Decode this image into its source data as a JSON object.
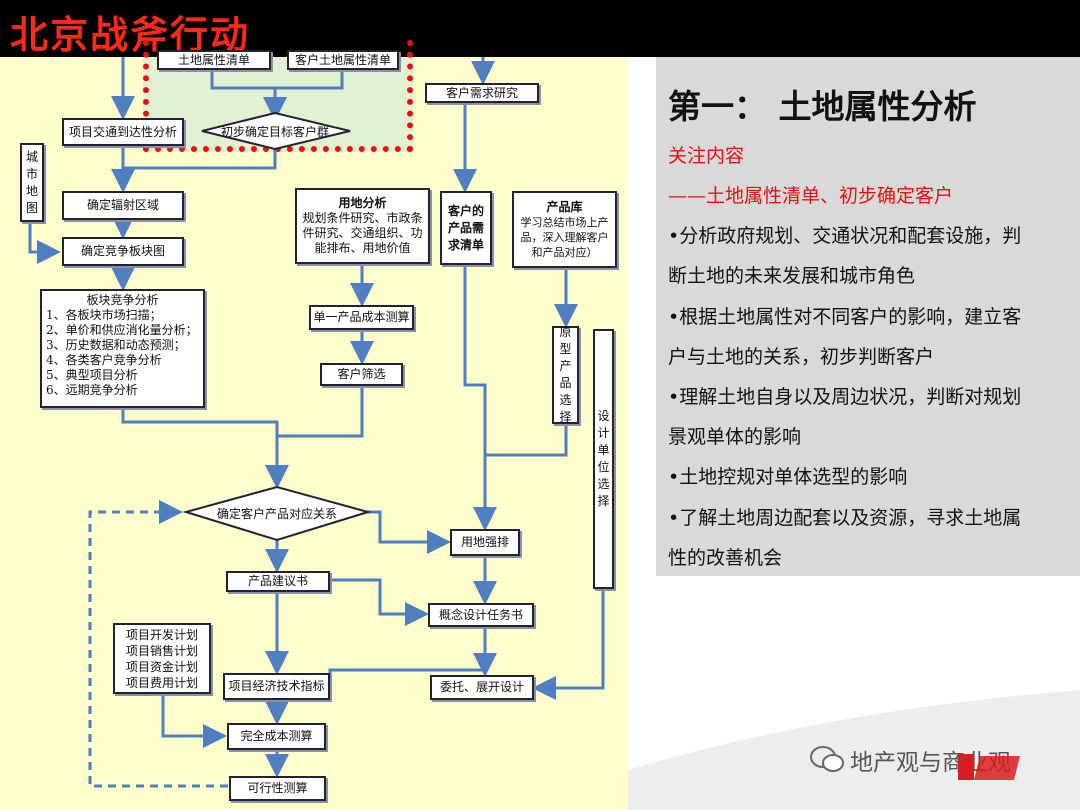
{
  "header": {
    "title": "北京战斧行动"
  },
  "flow": {
    "land_list": "土地属性清单",
    "client_list": "客户土地属性清单",
    "client_research": "客户需求研究",
    "traffic": "项目交通到达性分析",
    "target_clients": "初步确定目标客户群",
    "city_map": "城市地图",
    "radiation": "确定辐射区域",
    "competition_map": "确定竞争板块图",
    "land_use_title": "用地分析",
    "land_use_body": "规划条件研究、市政条件研究、交通组织、功能排布、用地价值",
    "client_product_list": "客户的产品需求清单",
    "product_lib_title": "产品库",
    "product_lib_body": "学习总结市场上产品，深入理解客户和产品对应）",
    "block_title": "板块竞争分析",
    "block_items": [
      "1、各板块市场扫描；",
      "2、单价和供应消化量分析；",
      "3、历史数据和动态预测；",
      "4、各类客户竞争分析",
      "5、典型项目分析",
      "6、远期竞争分析"
    ],
    "unit_cost": "单一产品成本测算",
    "client_filter": "客户筛选",
    "prototype": "原型产品选择",
    "design_unit": "设计单位选择",
    "match": "确定客户产品对应关系",
    "land_layout": "用地强排",
    "product_proposal": "产品建议书",
    "concept_brief": "概念设计任务书",
    "plans": [
      "项目开发计划",
      "项目销售计划",
      "项目资金计划",
      "项目费用计划"
    ],
    "econ_index": "项目经济技术指标",
    "commission": "委托、展开设计",
    "full_cost": "完全成本测算",
    "feasibility": "可行性测算"
  },
  "panel": {
    "heading": "第一：   土地属性分析",
    "focus_label": "关注内容",
    "focus_value": "——土地属性清单、初步确定客户",
    "lines": [
      "•分析政府规划、交通状况和配套设施，判",
      "断土地的未来发展和城市角色",
      "•根据土地属性对不同客户的影响，建立客",
      "户与土地的关系，初步判断客户",
      "•理解土地自身以及周边状况，判断对规划",
      "景观单体的影响",
      "•土地控规对单体选型的影响",
      "•了解土地周边配套以及资源，寻求土地属",
      "性的改善机会"
    ]
  },
  "watermark": {
    "text": "地产观与商业观"
  },
  "colors": {
    "title_red": "#ff2a1a",
    "line_blue": "#4f7fc0",
    "red_dotted": "#e81010"
  }
}
